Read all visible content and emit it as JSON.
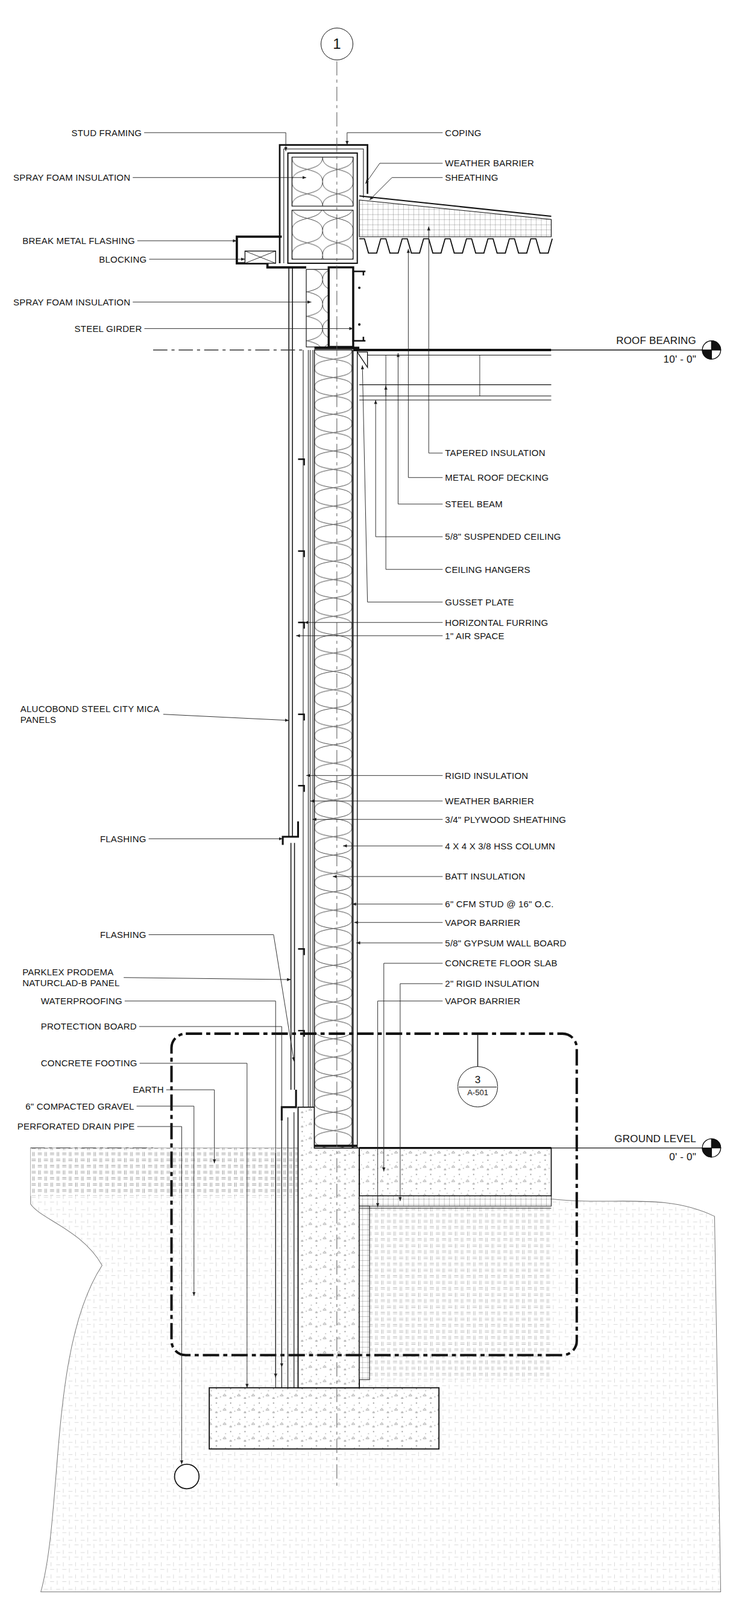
{
  "diagram": {
    "nodes": [
      {
        "text": [
          "1"
        ]
      },
      {
        "text": [
          "3",
          "A-501"
        ]
      }
    ],
    "labels": [
      "STUD FRAMING",
      "SPRAY FOAM INSULATION",
      "BREAK METAL FLASHING",
      "BLOCKING",
      "SPRAY FOAM INSULATION",
      "STEEL GIRDER",
      "ALUCOBOND STEEL CITY MICA PANELS",
      "FLASHING",
      "FLASHING",
      "PARKLEX PRODEMA NATURCLAD-B PANEL",
      "WATERPROOFING",
      "PROTECTION BOARD",
      "CONCRETE FOOTING",
      "EARTH",
      "6\" COMPACTED GRAVEL",
      "PERFORATED DRAIN PIPE",
      "COPING",
      "WEATHER BARRIER",
      "SHEATHING",
      "TAPERED INSULATION",
      "METAL ROOF DECKING",
      "STEEL BEAM",
      "5/8\" SUSPENDED CEILING",
      "CEILING HANGERS",
      "GUSSET PLATE",
      "HORIZONTAL FURRING",
      "1\" AIR SPACE",
      "RIGID INSULATION",
      "WEATHER BARRIER",
      "3/4\" PLYWOOD SHEATHING",
      "4 X 4 X 3/8 HSS COLUMN",
      "BATT INSULATION",
      "6\" CFM STUD @ 16\" O.C.",
      "VAPOR BARRIER",
      "5/8\" GYPSUM WALL BOARD",
      "CONCRETE FLOOR SLAB",
      "2\" RIGID INSULATION",
      "VAPOR BARRIER",
      "ROOF BEARING",
      "10' - 0\"",
      "GROUND LEVEL",
      "0' - 0\""
    ]
  }
}
